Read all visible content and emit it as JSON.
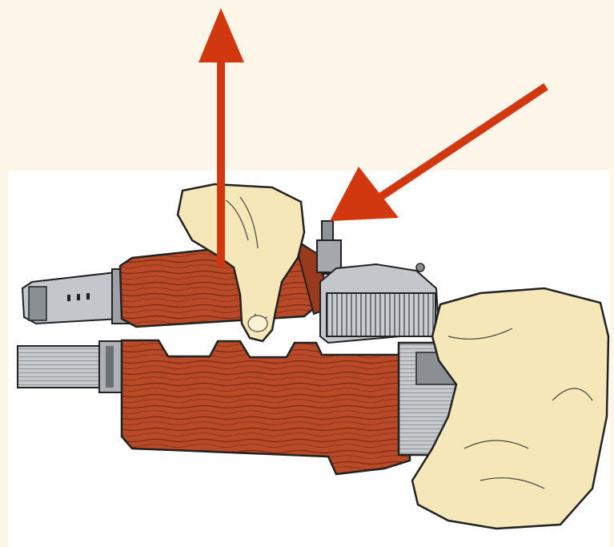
{
  "figure": {
    "background": "#fdf6e9",
    "panel_background": "#ffffff",
    "arrow_color": "#d2380f",
    "wood_color": "#b84a28",
    "wood_dark": "#7c2a14",
    "metal_color": "#b9bcc0",
    "metal_dark": "#5d6266",
    "skin_color": "#f6e7b8",
    "outline_color": "#222222",
    "arrows": [
      {
        "name": "lift-up-arrow",
        "direction": "up"
      },
      {
        "name": "press-latch-arrow",
        "direction": "down-left"
      }
    ],
    "parts": [
      "upper-handguard",
      "lower-handguard",
      "gas-tube",
      "barrel",
      "rear-sight-block",
      "handguard-latch",
      "left-hand",
      "right-hand"
    ]
  }
}
